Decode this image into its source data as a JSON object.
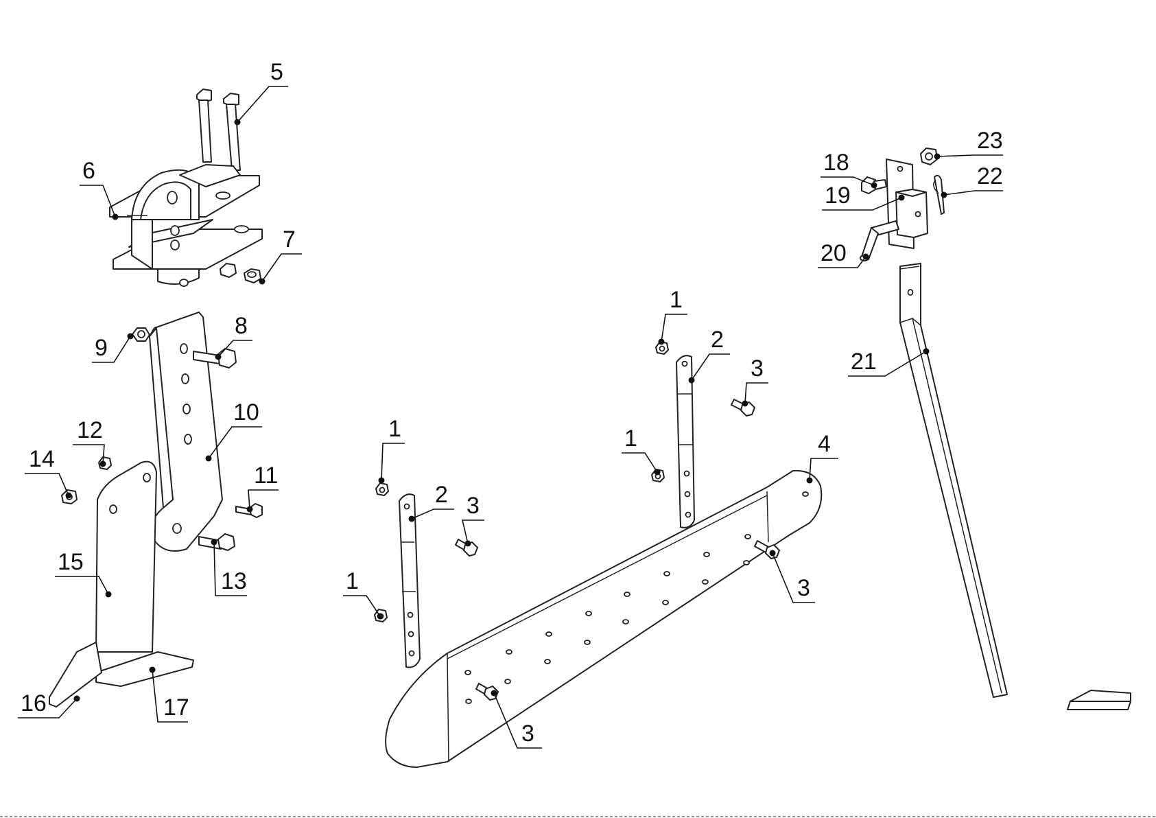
{
  "diagram": {
    "type": "exploded-parts-view",
    "callouts": [
      {
        "id": "c5",
        "label": "5"
      },
      {
        "id": "c6",
        "label": "6"
      },
      {
        "id": "c7",
        "label": "7"
      },
      {
        "id": "c8",
        "label": "8"
      },
      {
        "id": "c9",
        "label": "9"
      },
      {
        "id": "c10",
        "label": "10"
      },
      {
        "id": "c11",
        "label": "11"
      },
      {
        "id": "c12",
        "label": "12"
      },
      {
        "id": "c13",
        "label": "13"
      },
      {
        "id": "c14",
        "label": "14"
      },
      {
        "id": "c15",
        "label": "15"
      },
      {
        "id": "c16",
        "label": "16"
      },
      {
        "id": "c17",
        "label": "17"
      },
      {
        "id": "c1a",
        "label": "1"
      },
      {
        "id": "c1b",
        "label": "1"
      },
      {
        "id": "c1c",
        "label": "1"
      },
      {
        "id": "c1d",
        "label": "1"
      },
      {
        "id": "c2a",
        "label": "2"
      },
      {
        "id": "c2b",
        "label": "2"
      },
      {
        "id": "c3a",
        "label": "3"
      },
      {
        "id": "c3b",
        "label": "3"
      },
      {
        "id": "c3c",
        "label": "3"
      },
      {
        "id": "c3d",
        "label": "3"
      },
      {
        "id": "c4",
        "label": "4"
      },
      {
        "id": "c18",
        "label": "18"
      },
      {
        "id": "c19",
        "label": "19"
      },
      {
        "id": "c20",
        "label": "20"
      },
      {
        "id": "c21",
        "label": "21"
      },
      {
        "id": "c22",
        "label": "22"
      },
      {
        "id": "c23",
        "label": "23"
      }
    ]
  }
}
